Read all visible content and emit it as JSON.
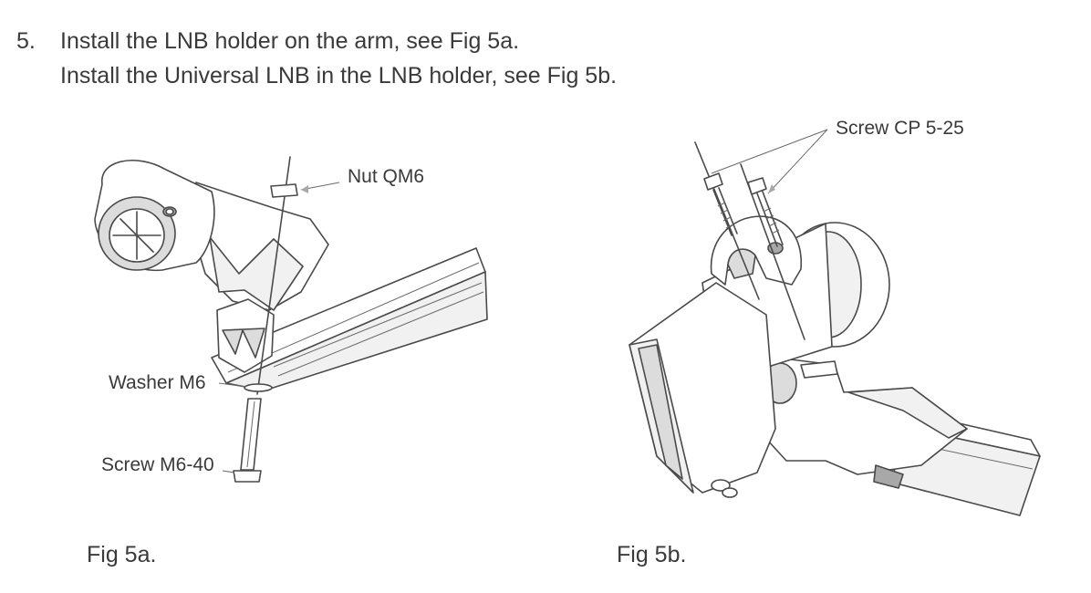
{
  "instruction": {
    "number": "5.",
    "lines": [
      "Install the LNB holder on the arm, see Fig 5a.",
      "Install the Universal LNB in the LNB holder, see Fig 5b."
    ]
  },
  "fig_a": {
    "caption": "Fig 5a.",
    "labels": {
      "nut": "Nut QM6",
      "washer": "Washer M6",
      "screw": "Screw M6-40"
    }
  },
  "fig_b": {
    "caption": "Fig 5b.",
    "labels": {
      "screw": "Screw CP 5-25"
    }
  }
}
